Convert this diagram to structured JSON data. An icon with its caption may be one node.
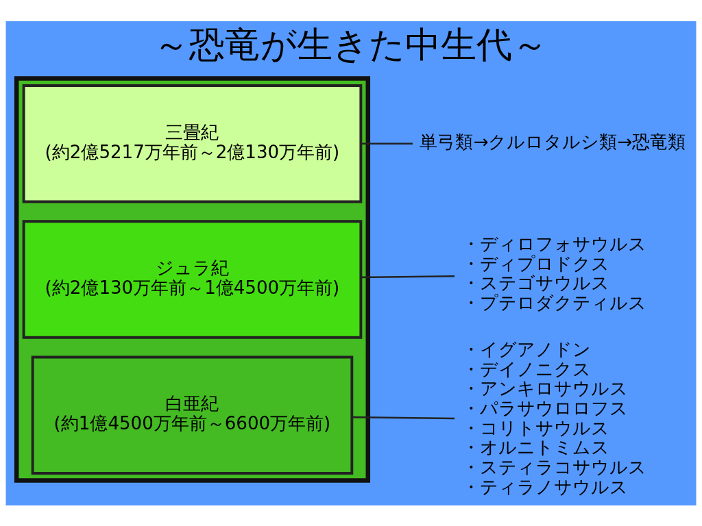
{
  "diagram": {
    "title": "～恐竜が生きた中生代～",
    "nodes": [
      {
        "text": [],
        "shape": "box"
      },
      {
        "text": [
          "三畳紀",
          "(約2億5217万年前～2億130万年前)"
        ],
        "in": 0
      },
      {
        "text": [
          "ジュラ紀",
          "(約2億130万年前～1億4500万年前)"
        ],
        "in": 0
      },
      {
        "text": [
          "白亜紀",
          "(約1億4500万年前～6600万年前)"
        ],
        "in": 0
      },
      {
        "text": [
          "単弓類→クルロタルシ類→恐竜類"
        ]
      },
      {
        "text": [
          "・ディロフォサウルス",
          "・ディプロドクス",
          "・ステゴサウルス",
          "・プテロダクティルス"
        ]
      },
      {
        "text": [
          "・イグアノドン",
          "・デイノニクス",
          "・アンキロサウルス",
          "・パラサウロロフス",
          "・コリトサウルス",
          "・オルニトミムス",
          "・スティラコサウルス",
          "・ティラノサウルス"
        ]
      }
    ],
    "edges": [
      {
        "from": 1,
        "to": 4,
        "arrow": "none"
      },
      {
        "from": 2,
        "to": 5,
        "arrow": "none"
      },
      {
        "from": 3,
        "to": 6,
        "arrow": "none"
      }
    ]
  }
}
